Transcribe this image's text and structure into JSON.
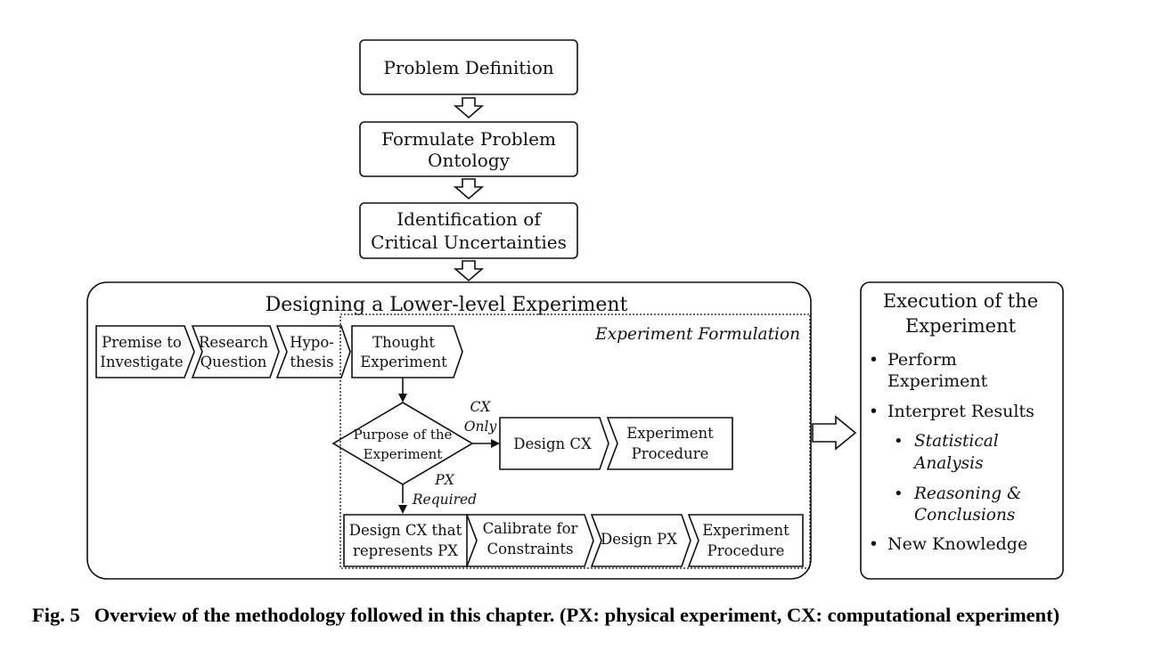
{
  "top_flow": {
    "problem_definition": "Problem Definition",
    "formulate_line1": "Formulate Problem",
    "formulate_line2": "Ontology",
    "identification_line1": "Identification of",
    "identification_line2": "Critical Uncertainties"
  },
  "design_group": {
    "title": "Designing a Lower-level Experiment",
    "premise_line1": "Premise to",
    "premise_line2": "Investigate",
    "research_line1": "Research",
    "research_line2": "Question",
    "hypo_line1": "Hypo-",
    "hypo_line2": "thesis"
  },
  "formulation": {
    "title": "Experiment Formulation",
    "thought_line1": "Thought",
    "thought_line2": "Experiment",
    "purpose_line1": "Purpose of the",
    "purpose_line2": "Experiment",
    "cx_only_line1": "CX",
    "cx_only_line2": "Only",
    "px_required_line1": "PX",
    "px_required_line2": "Required",
    "design_cx": "Design CX",
    "exp_proc_line1": "Experiment",
    "exp_proc_line2": "Procedure",
    "design_cx_px_line1": "Design CX that",
    "design_cx_px_line2": "represents PX",
    "calibrate_line1": "Calibrate for",
    "calibrate_line2": "Constraints",
    "design_px": "Design PX",
    "exp_proc2_line1": "Experiment",
    "exp_proc2_line2": "Procedure"
  },
  "execution": {
    "title_line1": "Execution of the",
    "title_line2": "Experiment",
    "bullet1_line1": "Perform",
    "bullet1_line2": "Experiment",
    "bullet2": "Interpret Results",
    "sub1_line1": "Statistical",
    "sub1_line2": "Analysis",
    "sub2_line1": "Reasoning &",
    "sub2_line2": "Conclusions",
    "bullet3": "New Knowledge",
    "bullet_symbol": "•"
  },
  "caption": {
    "number": "Fig. 5",
    "text": "Overview of the methodology followed in this chapter. (PX: physical experiment, CX: computational experiment)"
  }
}
